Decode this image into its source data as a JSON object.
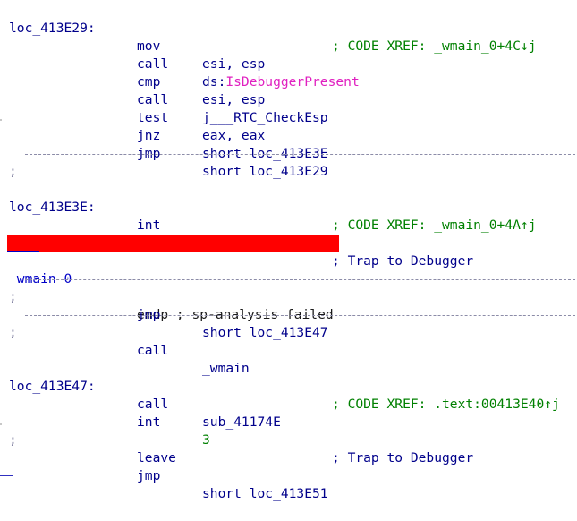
{
  "blocks": {
    "b1": {
      "label": "loc_413E29:",
      "comment": "; CODE XREF: _wmain_0+4C↓j",
      "lines": [
        {
          "mnemonic": "mov",
          "operand": "esi, esp"
        },
        {
          "mnemonic": "call",
          "operand_prefix": "ds:",
          "operand_api": "IsDebuggerPresent"
        },
        {
          "mnemonic": "cmp",
          "operand": "esi, esp"
        },
        {
          "mnemonic": "call",
          "operand": "j___RTC_CheckEsp"
        },
        {
          "mnemonic": "test",
          "operand": "eax, eax"
        },
        {
          "mnemonic": "jnz",
          "operand": "short loc_413E3E"
        },
        {
          "mnemonic": "jmp",
          "operand": "short loc_413E29"
        }
      ]
    },
    "b2": {
      "label": "loc_413E3E:",
      "comment": "; CODE XREF: _wmain_0+4A↑j",
      "lines": [
        {
          "mnemonic": "int",
          "operand": "3",
          "comment": "; Trap to Debugger"
        },
        {
          "mnemonic": "retn"
        }
      ]
    },
    "endp": {
      "label": "_wmain_0",
      "text": "endp ; sp-analysis failed"
    },
    "b3": {
      "lines": [
        {
          "mnemonic": "jmp",
          "operand": "short loc_413E47"
        }
      ]
    },
    "b4": {
      "lines": [
        {
          "mnemonic": "call",
          "operand": "_wmain"
        }
      ]
    },
    "b5": {
      "label": "loc_413E47:",
      "comment": "; CODE XREF: .text:00413E40↑j",
      "lines": [
        {
          "mnemonic": "call",
          "operand": "sub_41174E"
        },
        {
          "mnemonic": "int",
          "operand": "3",
          "comment": "; Trap to Debugger"
        }
      ]
    },
    "b6": {
      "lines": [
        {
          "mnemonic": "leave"
        },
        {
          "mnemonic": "jmp",
          "operand": "short loc_413E51"
        }
      ]
    }
  },
  "separator_char": ";",
  "colors": {
    "label": "#00008b",
    "comment": "#008000",
    "api": "#e020c0",
    "highlight": "#ff0000"
  }
}
